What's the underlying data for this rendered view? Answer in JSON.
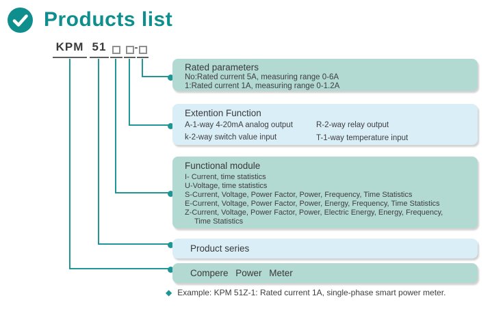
{
  "header": {
    "title": "Products list"
  },
  "model": {
    "segments": [
      {
        "label": "KPM"
      },
      {
        "label": "51"
      }
    ],
    "separator": "-"
  },
  "callouts": [
    {
      "id": "rated-parameters",
      "title": "Rated parameters",
      "lines": [
        "No:Rated current 5A, measuring range 0-6A",
        "1:Rated current 1A, measuring range 0-1.2A"
      ]
    },
    {
      "id": "extention-function",
      "title": "Extention Function",
      "left_column": [
        "A-1-way 4-20mA analog output",
        "k-2-way switch value input"
      ],
      "right_column": [
        "R-2-way relay output",
        "T-1-way temperature input"
      ]
    },
    {
      "id": "functional-module",
      "title": "Functional module",
      "lines": [
        "I- Current, time statistics",
        "U-Voltage, time statistics",
        "S-Current, Voltage, Power Factor, Power, Frequency, Time Statistics",
        "E-Current, Voltage, Power Factor, Power, Energy, Frequency, Time Statistics",
        "Z-Current, Voltage, Power Factor, Power, Electric Energy, Energy, Frequency,",
        "Time Statistics"
      ]
    },
    {
      "id": "product-series",
      "title": "Product series"
    },
    {
      "id": "compere-power-meter",
      "title": "Compere  Power  Meter"
    }
  ],
  "example": {
    "text": "Example: KPM 51Z-1: Rated current 1A, single-phase smart power meter."
  },
  "colors": {
    "accent": "#0f8e8e",
    "line": "#1f9595",
    "teal_box": "#b3d9d3",
    "blue_box": "#daeef8",
    "text": "#3d3d3d"
  }
}
